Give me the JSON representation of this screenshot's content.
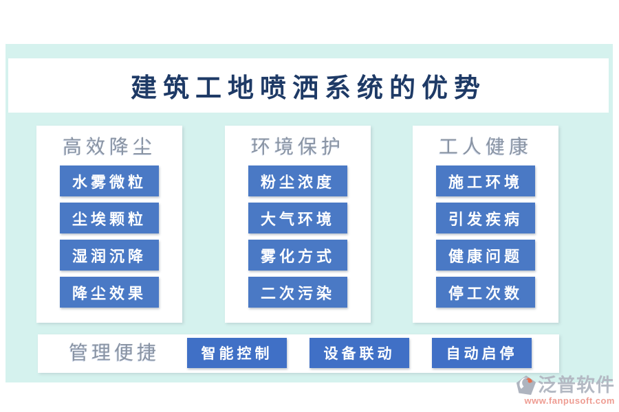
{
  "title": "建筑工地喷洒系统的优势",
  "columns": [
    {
      "header": "高效降尘",
      "items": [
        "水雾微粒",
        "尘埃颗粒",
        "湿润沉降",
        "降尘效果"
      ]
    },
    {
      "header": "环境保护",
      "items": [
        "粉尘浓度",
        "大气环境",
        "雾化方式",
        "二次污染"
      ]
    },
    {
      "header": "工人健康",
      "items": [
        "施工环境",
        "引发疾病",
        "健康问题",
        "停工次数"
      ]
    }
  ],
  "bottom_bar": {
    "label": "管理便捷",
    "buttons": [
      "智能控制",
      "设备联动",
      "自动启停"
    ]
  },
  "footer": {
    "brand": "泛普软件",
    "url": "www.fanpusoft.com",
    "logo_icon": "fanpu-diamond-leaf-icon"
  },
  "colors": {
    "background_mint": "#d5f2ee",
    "title_navy": "#1e3a66",
    "header_gray": "#8a94a3",
    "column_button_blue": "#4a79c5",
    "bottom_button_blue": "#4070c6",
    "brand_gray": "#b3b9c3",
    "brand_accent_orange": "#e4704f",
    "url_salmon": "#ee9c92"
  }
}
